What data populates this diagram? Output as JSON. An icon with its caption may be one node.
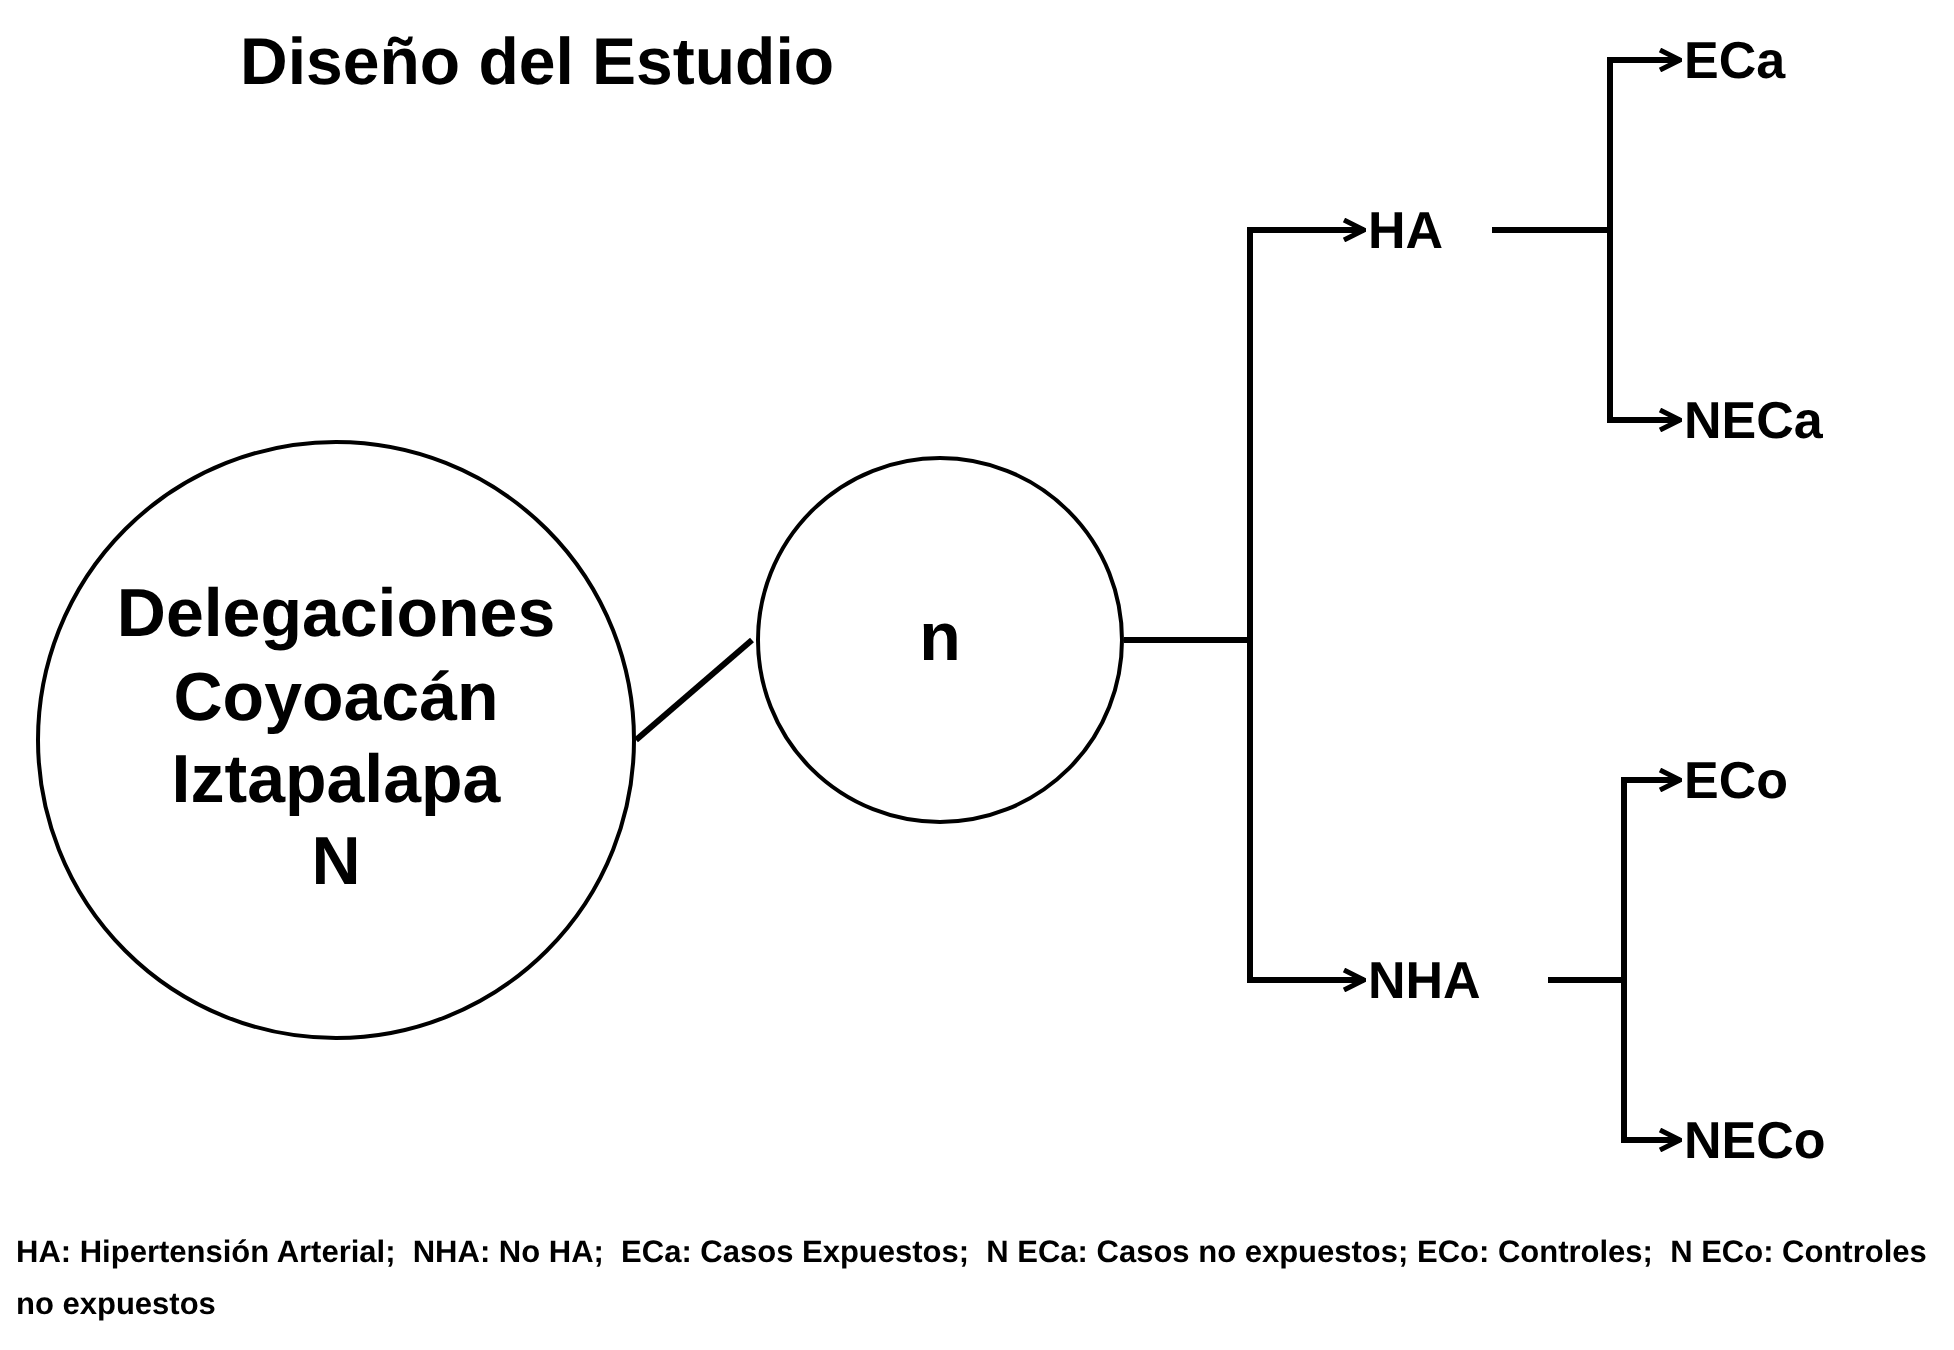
{
  "diagram": {
    "title": "Diseño del Estudio",
    "nodes": [
      {
        "text": [
          "Delegaciones Coyoacán Iztapalapa",
          "N"
        ]
      },
      {
        "text": [
          "n"
        ]
      },
      {
        "text": [
          "HA"
        ]
      },
      {
        "text": [
          "NHA"
        ]
      },
      {
        "text": [
          "ECa"
        ]
      },
      {
        "text": [
          "NECa"
        ]
      },
      {
        "text": [
          "ECo"
        ]
      },
      {
        "text": [
          "NECo"
        ]
      }
    ],
    "edges": [
      {
        "from": 0,
        "to": 1,
        "arrow": "none"
      },
      {
        "from": 1,
        "to": 2,
        "arrow": "to"
      },
      {
        "from": 1,
        "to": 3,
        "arrow": "to"
      },
      {
        "from": 2,
        "to": 4,
        "arrow": "to"
      },
      {
        "from": 2,
        "to": 5,
        "arrow": "to"
      },
      {
        "from": 3,
        "to": 6,
        "arrow": "to"
      },
      {
        "from": 3,
        "to": 7,
        "arrow": "to"
      }
    ],
    "caption": "HA: Hipertensión Arterial;  NHA: No HA;  ECa: Casos Expuestos;  N ECa: Casos no expuestos; ECo: Controles;  N ECo: Controles no expuestos"
  }
}
